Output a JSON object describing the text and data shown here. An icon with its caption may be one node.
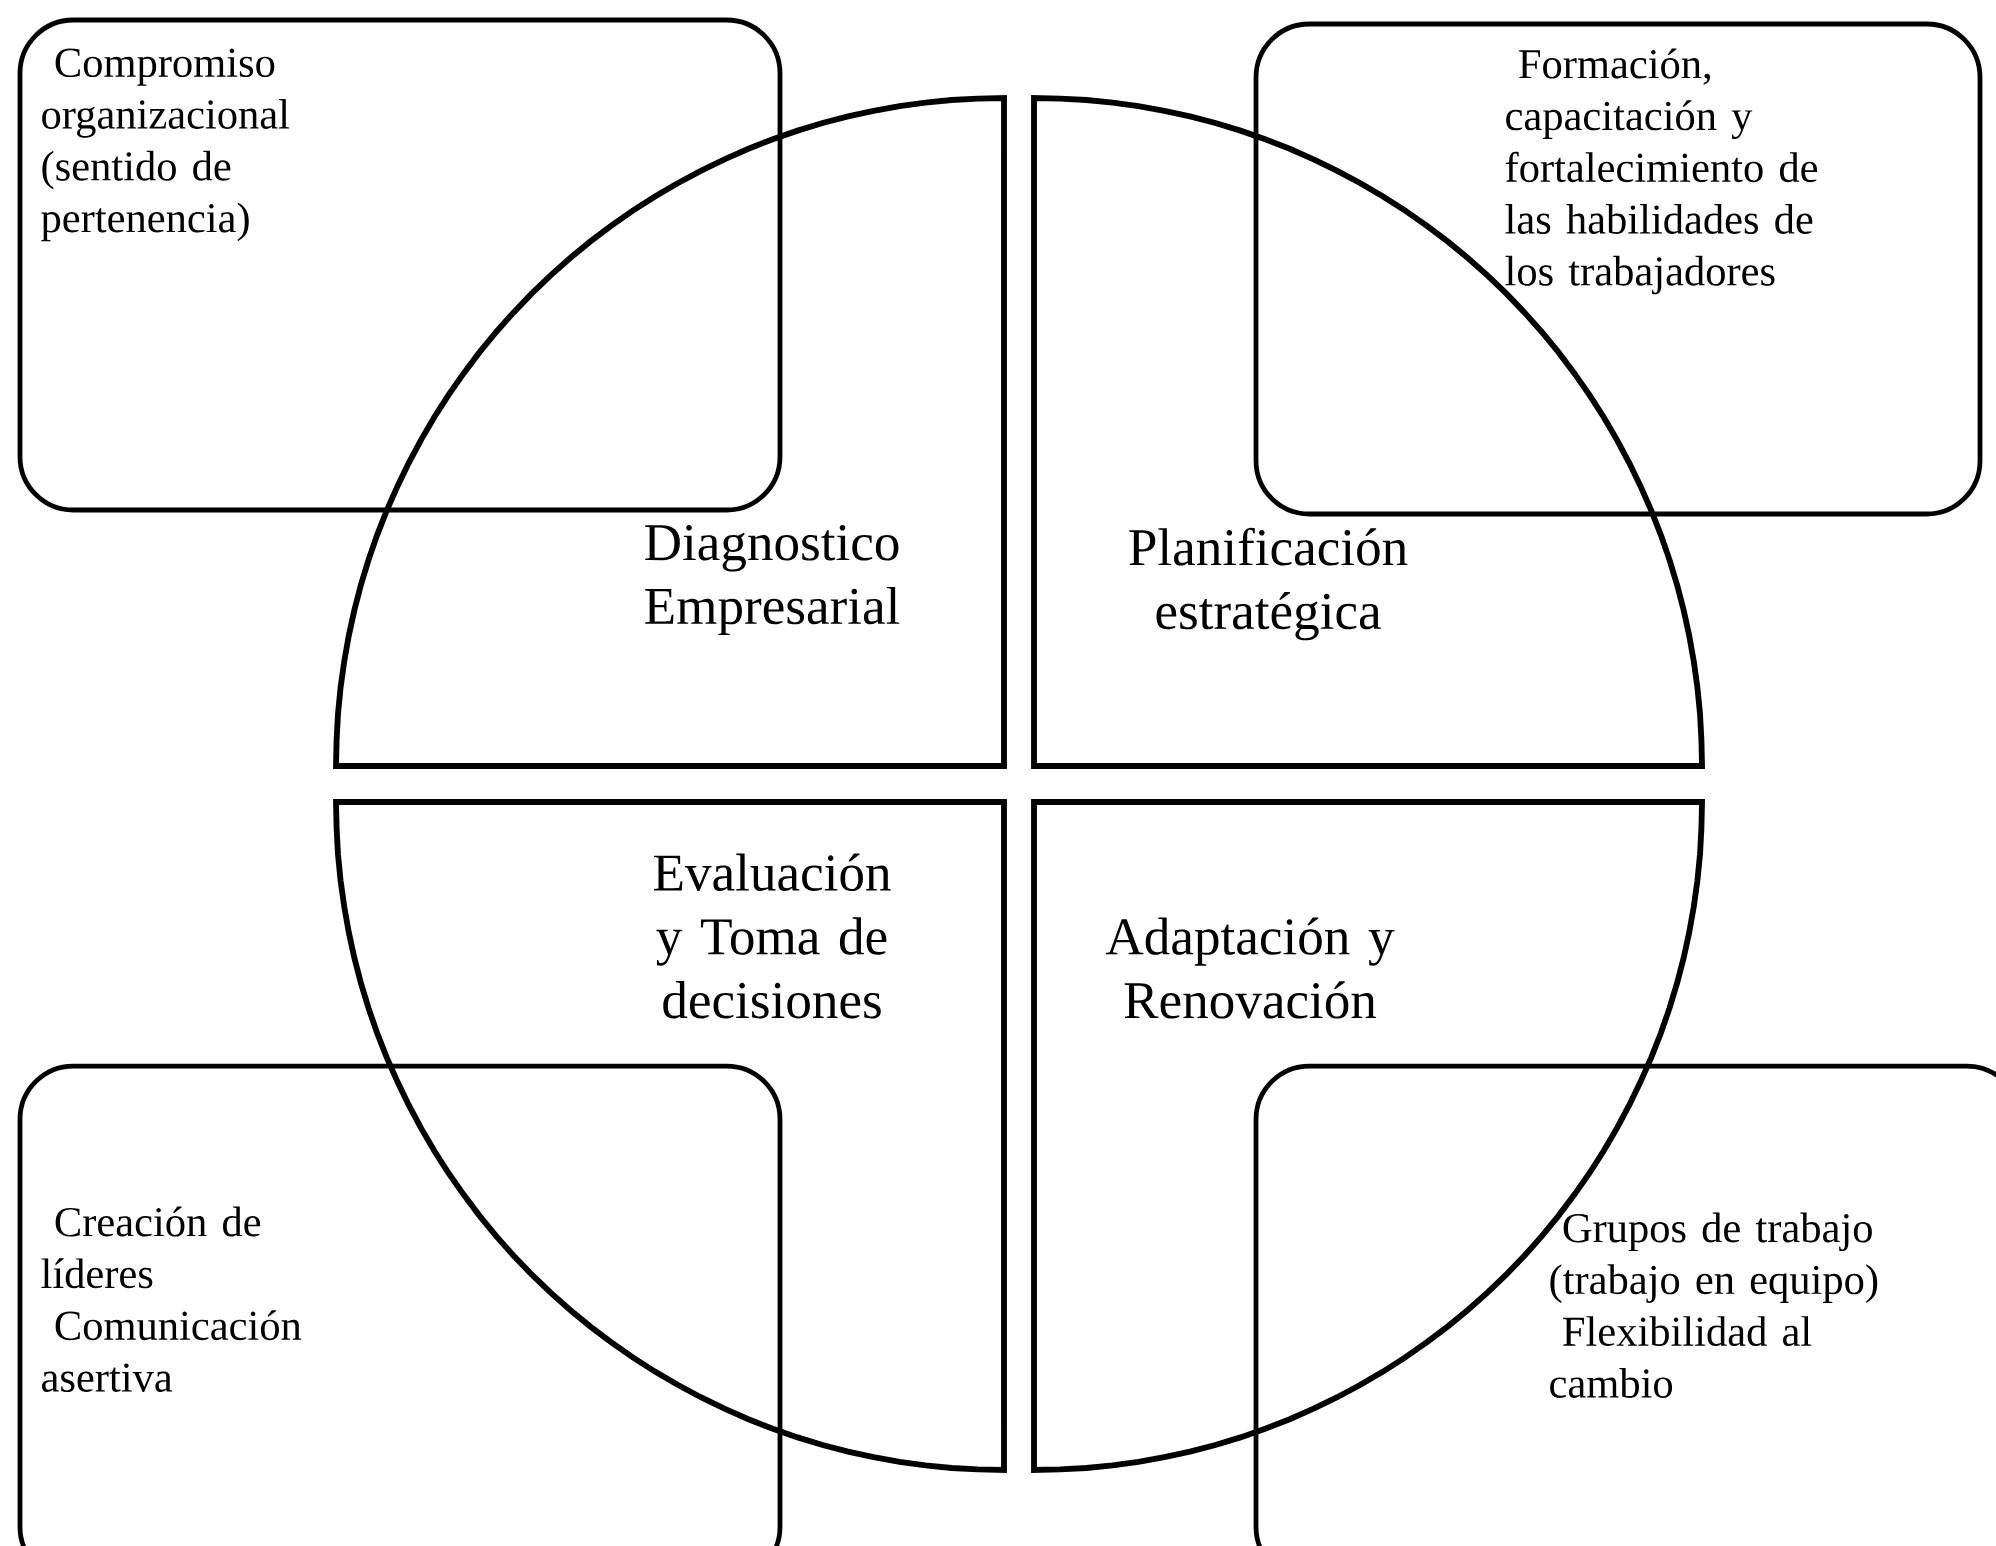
{
  "diagram": {
    "nodes": [
      {
        "text": [
          "Diagnostico Empresarial"
        ]
      },
      {
        "text": [
          "Planificación estratégica"
        ]
      },
      {
        "text": [
          "Evaluación y Toma de decisiones"
        ]
      },
      {
        "text": [
          "Adaptación y Renovación"
        ]
      },
      {
        "text": [
          "Compromiso organizacional (sentido de pertenencia)"
        ]
      },
      {
        "text": [
          "Formación, capacitación y fortalecimiento de las habilidades de los trabajadores"
        ]
      },
      {
        "text": [
          "Creación de líderes",
          "Comunicación asertiva"
        ]
      },
      {
        "text": [
          "Grupos de trabajo (trabajo en equipo)",
          "Flexibilidad al cambio"
        ]
      }
    ]
  }
}
